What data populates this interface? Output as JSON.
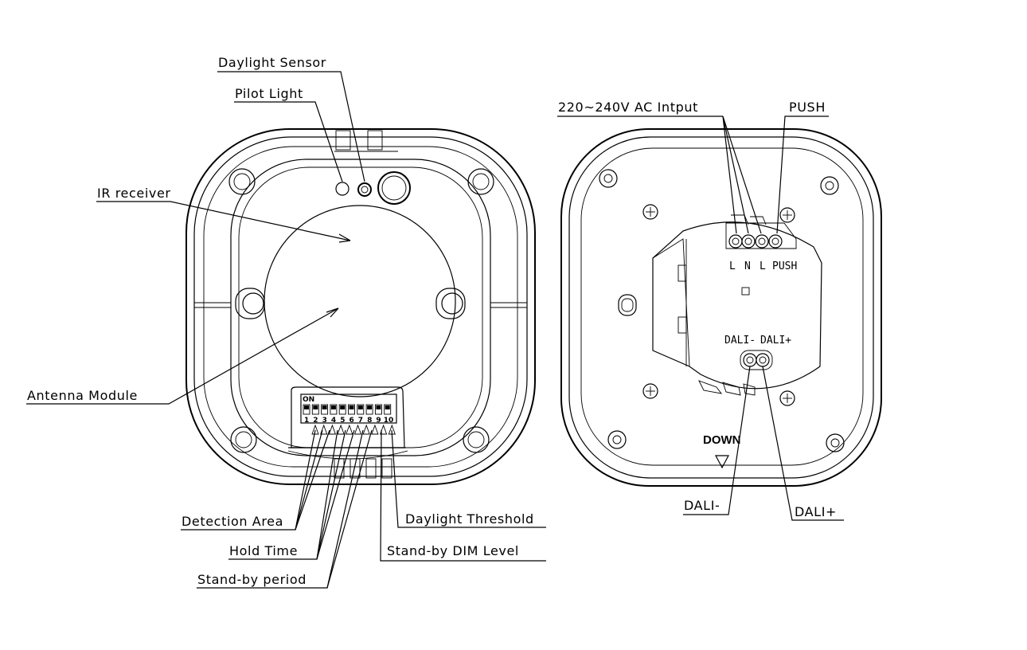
{
  "front": {
    "labels": {
      "daylight_sensor": "Daylight Sensor",
      "pilot_light": "Pilot Light",
      "ir_receiver": "IR receiver",
      "antenna_module": "Antenna Module",
      "detection_area": "Detection Area",
      "hold_time": "Hold Time",
      "standby_period": "Stand-by period",
      "daylight_threshold": "Daylight Threshold",
      "standby_dim_level": "Stand-by DIM Level"
    },
    "dip_switch": {
      "on_label": "ON",
      "numbers": [
        "1",
        "2",
        "3",
        "4",
        "5",
        "6",
        "7",
        "8",
        "9",
        "10"
      ]
    }
  },
  "back": {
    "labels": {
      "ac_input": "220~240V AC Intput",
      "push": "PUSH",
      "dali_minus": "DALI-",
      "dali_plus": "DALI+",
      "down": "DOWN"
    },
    "terminals": {
      "l1": "L",
      "n": "N",
      "l2": "L",
      "push": "PUSH",
      "dali_minus": "DALI-",
      "dali_plus": "DALI+"
    }
  }
}
